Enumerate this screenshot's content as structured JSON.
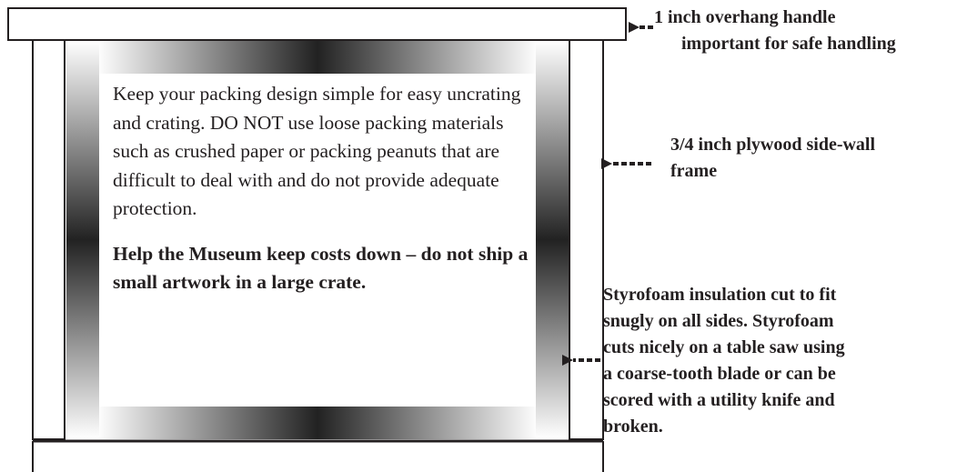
{
  "main_text": {
    "paragraph1": "Keep your packing design simple for easy uncrating and crating. DO NOT use loose packing materials such as crushed paper or packing peanuts that are difficult to deal with and do not provide adequate protection.",
    "paragraph2": "Help the Museum keep costs down – do not ship a small artwork in a large crate."
  },
  "callouts": {
    "handle": {
      "line1": "1 inch overhang handle",
      "line2": "important for safe handling"
    },
    "side_wall": {
      "line1": "3/4 inch plywood side-wall",
      "line2": "frame"
    },
    "styrofoam": {
      "line1": "Styrofoam insulation cut to fit",
      "line2": "snugly on all sides. Styrofoam",
      "line3": "cuts nicely on a table saw using",
      "line4": "a coarse-tooth blade or can be",
      "line5": "scored with a utility knife and",
      "line6": "broken."
    }
  },
  "colors": {
    "line": "#231f20",
    "foam_dark": "#222222",
    "foam_light": "#ffffff"
  }
}
